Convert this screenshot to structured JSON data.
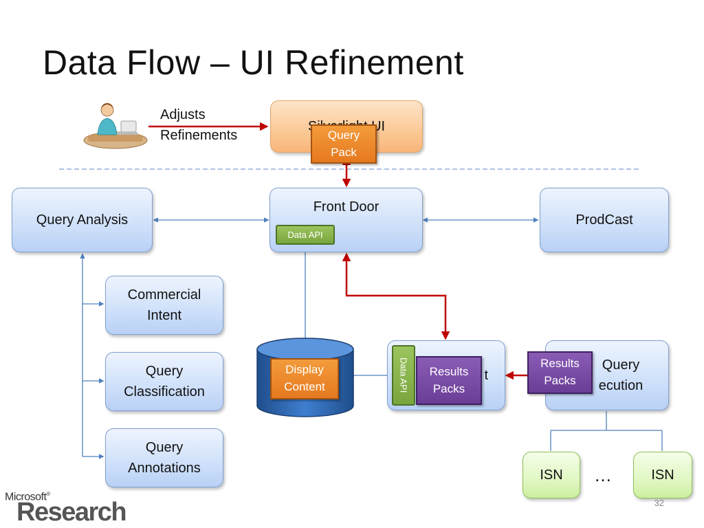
{
  "slide": {
    "title": "Data Flow – UI Refinement",
    "page_number": "32"
  },
  "user_action": {
    "label_line1": "Adjusts",
    "label_line2": "Refinements"
  },
  "nodes": {
    "silverlight_ui": "Silverlight UI",
    "query_pack_line1": "Query",
    "query_pack_line2": "Pack",
    "front_door": "Front Door",
    "data_api": "Data API",
    "query_analysis": "Query Analysis",
    "prodcast": "ProdCast",
    "commercial_intent_line1": "Commercial",
    "commercial_intent_line2": "Intent",
    "query_classification_line1": "Query",
    "query_classification_line2": "Classification",
    "query_annotations_line1": "Query",
    "query_annotations_line2": "Annotations",
    "display_content_line1": "Display",
    "display_content_line2": "Content",
    "aggregator_suffix": "t",
    "data_api_vertical": "Data API",
    "results_packs_line1": "Results",
    "results_packs_line2": "Packs",
    "query_execution_line1": "Query",
    "query_execution_line2": "ecution",
    "isn_left": "ISN",
    "isn_right": "ISN",
    "ellipsis": "…"
  },
  "logo": {
    "microsoft": "Microsoft",
    "research": "Research"
  },
  "colors": {
    "red_arrow": "#c00000",
    "blue_line": "#4f81bd",
    "dashed": "#7f9fcf"
  }
}
